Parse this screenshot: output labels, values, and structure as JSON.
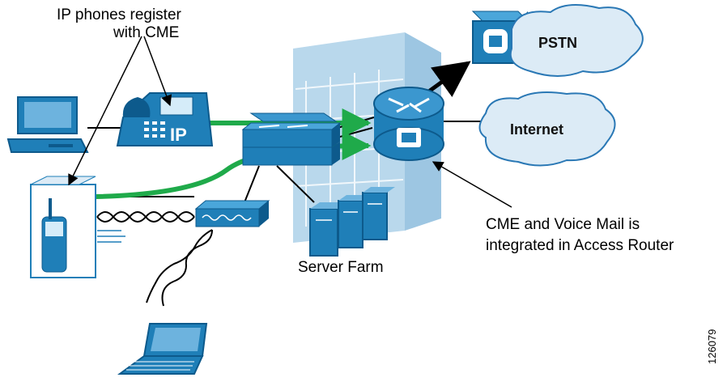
{
  "labels": {
    "register_line1": "IP phones register",
    "register_line2": "with CME",
    "server_farm": "Server Farm",
    "cme_line1": "CME and Voice Mail is",
    "cme_line2": "integrated in Access Router",
    "figure_id": "126079"
  },
  "clouds": {
    "pstn": "PSTN",
    "internet": "Internet"
  },
  "devices": {
    "ip_phone_badge": "IP"
  },
  "colors": {
    "device_blue": "#1f7fb8",
    "device_dark": "#0d5a8c",
    "building": "#b9d8ec",
    "cloud_fill": "#dcebf6",
    "cloud_stroke": "#2a78b5",
    "green_link": "#1faa4a",
    "line": "#000000"
  }
}
